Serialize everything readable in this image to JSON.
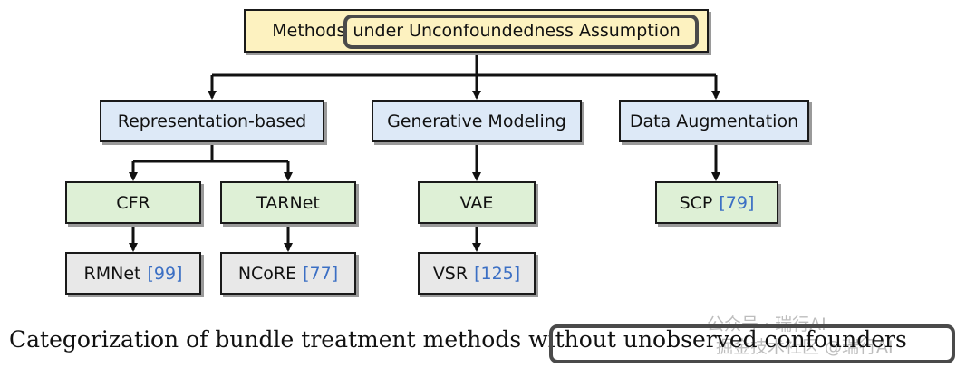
{
  "root": {
    "prefix": "Methods",
    "highlight": "under Unconfoundedness Assumption"
  },
  "categories": [
    {
      "label": "Representation-based"
    },
    {
      "label": "Generative Modeling"
    },
    {
      "label": "Data Augmentation"
    }
  ],
  "methods": [
    {
      "label": "CFR",
      "cite": ""
    },
    {
      "label": "TARNet",
      "cite": ""
    },
    {
      "label": "VAE",
      "cite": ""
    },
    {
      "label": "SCP",
      "cite": "[79]"
    }
  ],
  "leaves": [
    {
      "label": "RMNet",
      "cite": "[99]"
    },
    {
      "label": "NCoRE",
      "cite": "[77]"
    },
    {
      "label": "VSR",
      "cite": "[125]"
    }
  ],
  "caption": {
    "prefix": "Categorization of bundle treatment methods",
    "highlight": "without unobserved confounders"
  },
  "watermark": {
    "line1": "公众号 · 瑞行AI",
    "line2": "掘金技术社区 @瑞行AI"
  },
  "colors": {
    "root": "#fdf2c0",
    "category": "#dde9f7",
    "method": "#def0d6",
    "leaf": "#e8e8e8",
    "cite": "#3b6fc4",
    "highlight_border": "#4a4a4a"
  }
}
